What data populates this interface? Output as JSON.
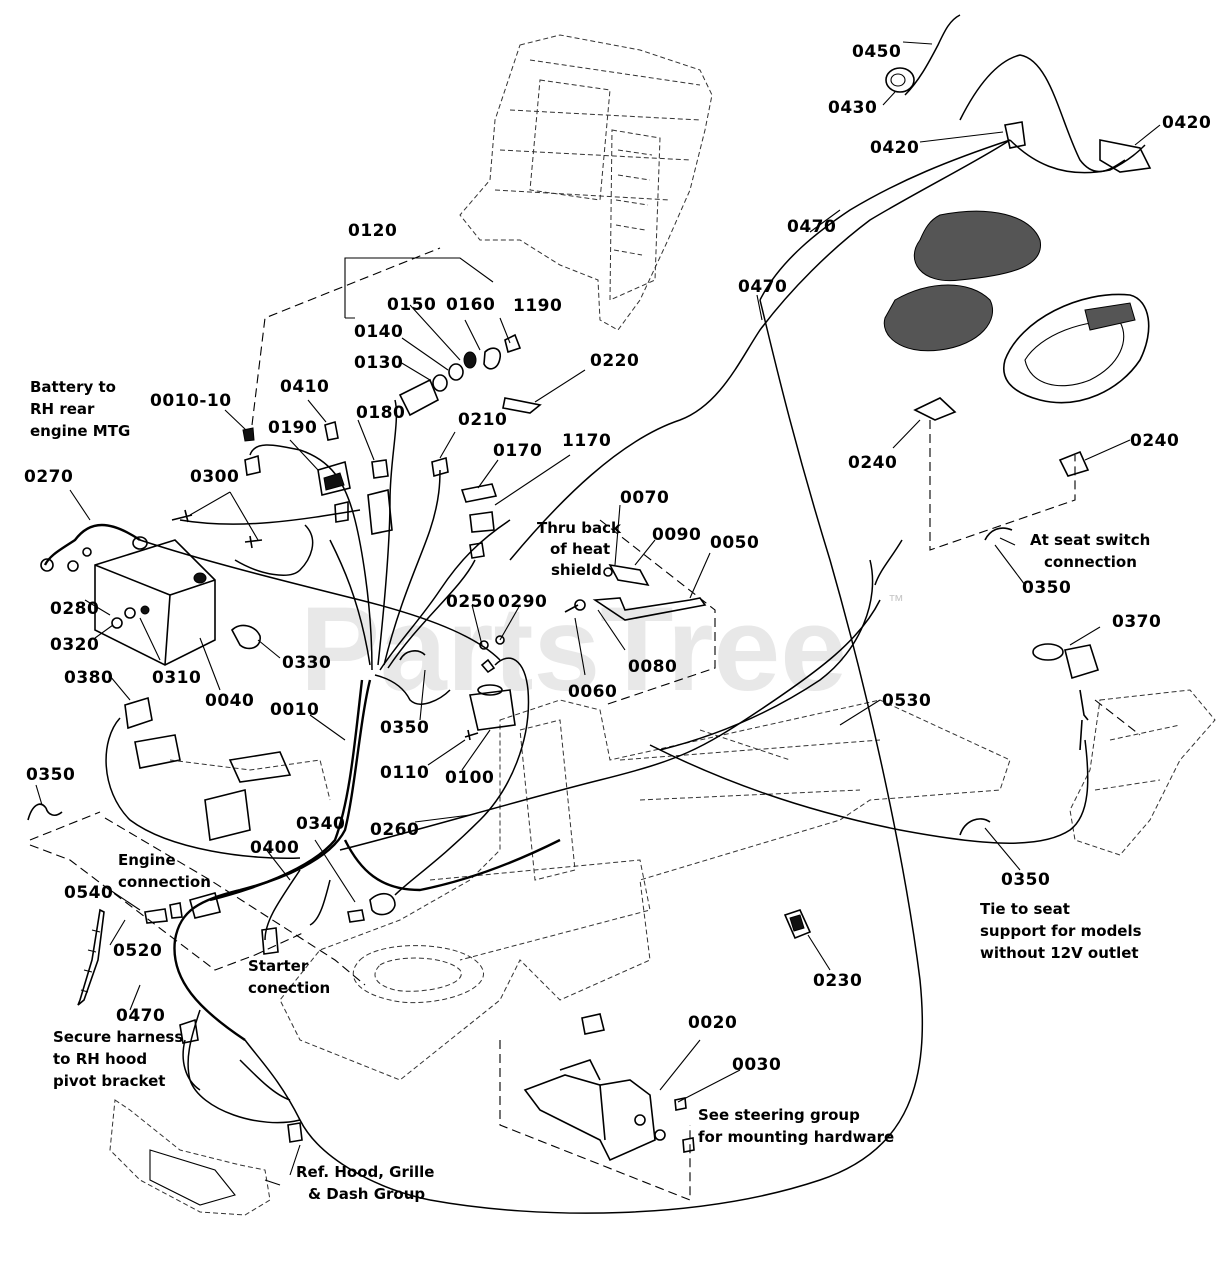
{
  "watermark": {
    "text": "PartsTree",
    "trademark": "™"
  },
  "labels": [
    {
      "id": "0450",
      "text": "0450"
    },
    {
      "id": "0430",
      "text": "0430"
    },
    {
      "id": "0420a",
      "text": "0420"
    },
    {
      "id": "0420b",
      "text": "0420"
    },
    {
      "id": "0470a",
      "text": "0470"
    },
    {
      "id": "0470b",
      "text": "0470"
    },
    {
      "id": "0120",
      "text": "0120"
    },
    {
      "id": "0150",
      "text": "0150"
    },
    {
      "id": "0160",
      "text": "0160"
    },
    {
      "id": "1190",
      "text": "1190"
    },
    {
      "id": "0140",
      "text": "0140"
    },
    {
      "id": "0130",
      "text": "0130"
    },
    {
      "id": "0220",
      "text": "0220"
    },
    {
      "id": "0010-10",
      "text": "0010-10"
    },
    {
      "id": "0410",
      "text": "0410"
    },
    {
      "id": "0180",
      "text": "0180"
    },
    {
      "id": "0190",
      "text": "0190"
    },
    {
      "id": "0210",
      "text": "0210"
    },
    {
      "id": "0170",
      "text": "0170"
    },
    {
      "id": "1170",
      "text": "1170"
    },
    {
      "id": "0240a",
      "text": "0240"
    },
    {
      "id": "0240b",
      "text": "0240"
    },
    {
      "id": "0300",
      "text": "0300"
    },
    {
      "id": "0270",
      "text": "0270"
    },
    {
      "id": "0070",
      "text": "0070"
    },
    {
      "id": "0090",
      "text": "0090"
    },
    {
      "id": "0050",
      "text": "0050"
    },
    {
      "id": "0350a",
      "text": "0350"
    },
    {
      "id": "0280",
      "text": "0280"
    },
    {
      "id": "0250",
      "text": "0250"
    },
    {
      "id": "0290",
      "text": "0290"
    },
    {
      "id": "0370",
      "text": "0370"
    },
    {
      "id": "0320",
      "text": "0320"
    },
    {
      "id": "0310",
      "text": "0310"
    },
    {
      "id": "0330",
      "text": "0330"
    },
    {
      "id": "0080",
      "text": "0080"
    },
    {
      "id": "0060",
      "text": "0060"
    },
    {
      "id": "0380",
      "text": "0380"
    },
    {
      "id": "0040",
      "text": "0040"
    },
    {
      "id": "0010",
      "text": "0010"
    },
    {
      "id": "0350b",
      "text": "0350"
    },
    {
      "id": "0530",
      "text": "0530"
    },
    {
      "id": "0110",
      "text": "0110"
    },
    {
      "id": "0100",
      "text": "0100"
    },
    {
      "id": "0350c",
      "text": "0350"
    },
    {
      "id": "0340",
      "text": "0340"
    },
    {
      "id": "0260",
      "text": "0260"
    },
    {
      "id": "0400",
      "text": "0400"
    },
    {
      "id": "0350d",
      "text": "0350"
    },
    {
      "id": "0540",
      "text": "0540"
    },
    {
      "id": "0520",
      "text": "0520"
    },
    {
      "id": "0230",
      "text": "0230"
    },
    {
      "id": "0470c",
      "text": "0470"
    },
    {
      "id": "0020",
      "text": "0020"
    },
    {
      "id": "0030",
      "text": "0030"
    }
  ],
  "notes": {
    "battery": [
      "Battery to",
      "RH rear",
      "engine MTG"
    ],
    "heat_shield": [
      "Thru back",
      "of heat",
      "shield"
    ],
    "seat_switch": [
      "At seat switch",
      "connection"
    ],
    "engine": [
      "Engine",
      "connection"
    ],
    "starter": [
      "Starter",
      "conection"
    ],
    "tie_seat": [
      "Tie to seat",
      "support for models",
      "without 12V outlet"
    ],
    "secure": [
      "Secure harness",
      "to RH hood",
      "pivot bracket"
    ],
    "steering": [
      "See steering group",
      "for mounting hardware"
    ],
    "hood": [
      "Ref. Hood, Grille",
      "& Dash Group"
    ]
  }
}
